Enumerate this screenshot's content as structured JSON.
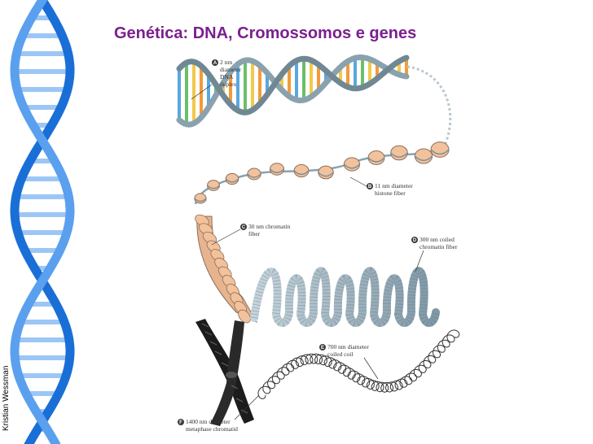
{
  "slide": {
    "title": "Genética: DNA, Cromossomos e genes",
    "credit": "Kristian Wessman"
  },
  "diagram": {
    "labels": [
      {
        "letter": "A",
        "lines": [
          "2 nm",
          "diameter",
          "DNA",
          "duplex"
        ]
      },
      {
        "letter": "B",
        "lines": [
          "11 nm diameter",
          "histone fiber"
        ]
      },
      {
        "letter": "C",
        "lines": [
          "30 nm chromatin",
          "fiber"
        ]
      },
      {
        "letter": "D",
        "lines": [
          "300 nm coiled",
          "chromatin fiber"
        ]
      },
      {
        "letter": "E",
        "lines": [
          "700 nm diameter",
          "coiled coil"
        ]
      },
      {
        "letter": "F",
        "lines": [
          "1400 nm diameter",
          "metaphase chromatid"
        ]
      }
    ]
  },
  "colors": {
    "title": "#7b1f8f",
    "helix_blue": "#1a6fd6",
    "backbone": "#8aa2ae",
    "nucleosome": "#f2c29c",
    "badge": "#3a3a3a",
    "base_pairs": [
      "#f2c94c",
      "#f29b38",
      "#5aa7e0",
      "#6cbf6a"
    ]
  }
}
